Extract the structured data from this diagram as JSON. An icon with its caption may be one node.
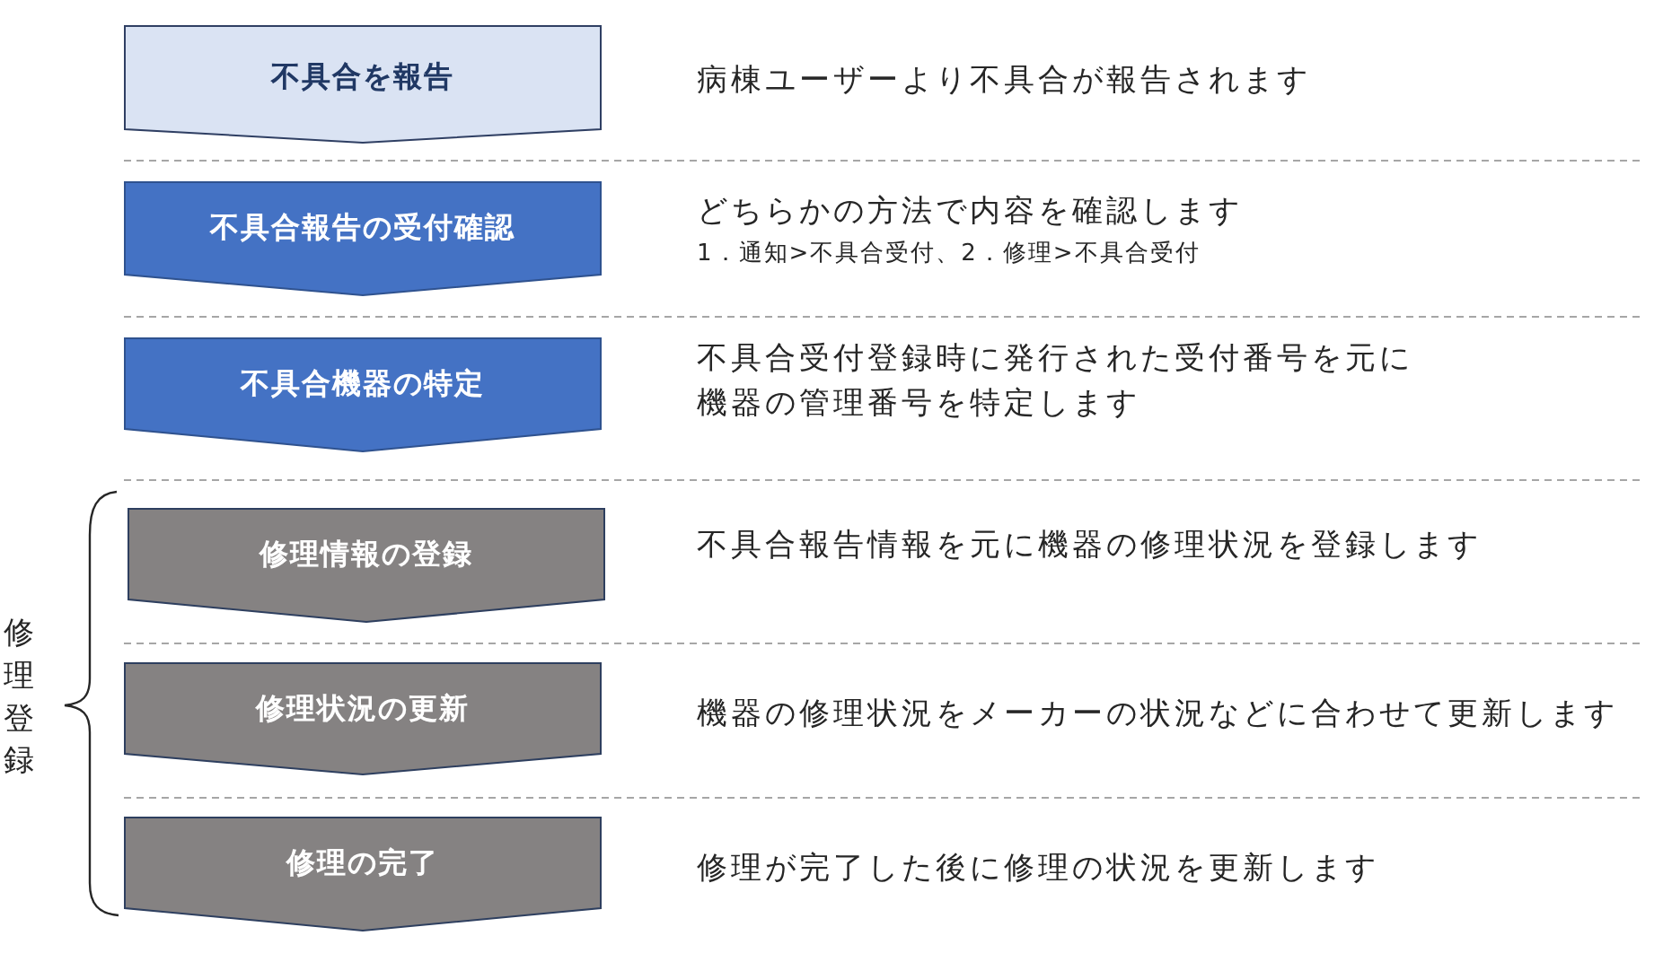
{
  "diagram": {
    "nodes": [
      {
        "text": [
          "不具合を報告"
        ],
        "beside": [
          "病棟ユーザーより不具合が報告されます"
        ]
      },
      {
        "text": [
          "不具合報告の受付確認"
        ],
        "beside": [
          "どちらかの方法で内容を確認します",
          "1．通知>不具合受付、2．修理>不具合受付"
        ]
      },
      {
        "text": [
          "不具合機器の特定"
        ],
        "beside": [
          "不具合受付登録時に発行された受付番号を元に機器の管理番号を特定します"
        ]
      },
      {
        "text": [
          "修理情報の登録"
        ],
        "beside": [
          "不具合報告情報を元に機器の修理状況を登録します"
        ]
      },
      {
        "text": [
          "修理状況の更新"
        ],
        "beside": [
          "機器の修理状況をメーカーの状況などに合わせて更新します"
        ]
      },
      {
        "text": [
          "修理の完了"
        ],
        "beside": [
          "修理が完了した後に修理の状況を更新します"
        ]
      }
    ],
    "labels": [
      "修理登録"
    ]
  }
}
